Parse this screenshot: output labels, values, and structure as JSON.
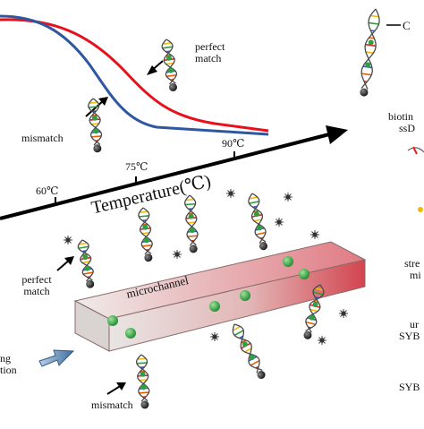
{
  "chart": {
    "curve_colors": {
      "perfect_match": "#e8101c",
      "mismatch": "#2f57a0"
    },
    "ticks": [
      "60℃",
      "75℃",
      "90℃"
    ],
    "axis_label": "Temperature(℃)"
  },
  "labels": {
    "perfect_match_top": [
      "perfect",
      "match"
    ],
    "mismatch_top": "mismatch",
    "microchannel": "microchannel",
    "perfect_match_left": [
      "perfect",
      "match"
    ],
    "mismatch_bottom": "mismatch",
    "flow_left": [
      "ng",
      "tion"
    ]
  },
  "legend": {
    "probe_letter": "C",
    "items": [
      [
        "biotin",
        "ssD"
      ],
      [
        "stre",
        "mi"
      ],
      [
        "ur",
        "SYB"
      ],
      [
        "",
        "SYB"
      ]
    ]
  },
  "colors": {
    "channel_start": "#e8e6e6",
    "channel_end": "#d04850",
    "bead": "#2ea043",
    "arrow_flow": "#4a78a8",
    "axis": "#000000"
  }
}
